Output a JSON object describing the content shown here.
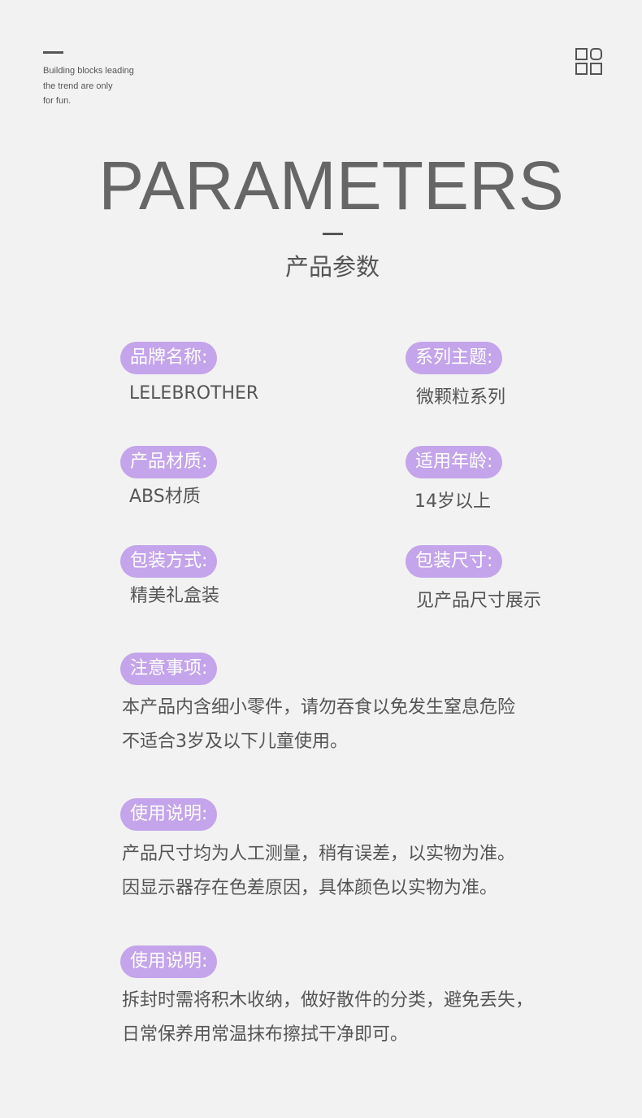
{
  "header": {
    "tagline": [
      "Building blocks leading",
      "the trend are only",
      "for fun."
    ],
    "icon": "grid-icon"
  },
  "hero": {
    "title": "PARAMETERS",
    "subtitle": "产品参数"
  },
  "params": {
    "brand": {
      "label": "品牌名称:",
      "value": "LELEBROTHER"
    },
    "series": {
      "label": "系列主题:",
      "value": "微颗粒系列"
    },
    "material": {
      "label": "产品材质:",
      "value": "ABS材质"
    },
    "age": {
      "label": "适用年龄:",
      "value": "14岁以上"
    },
    "packing": {
      "label": "包装方式:",
      "value": "精美礼盒装"
    },
    "size": {
      "label": "包装尺寸:",
      "value": "见产品尺寸展示"
    }
  },
  "notes": [
    {
      "label": "注意事项:",
      "lines": [
        "本产品内含细小零件，请勿吞食以免发生窒息危险",
        "不适合3岁及以下儿童使用。"
      ]
    },
    {
      "label": "使用说明:",
      "lines": [
        "产品尺寸均为人工测量，稍有误差，以实物为准。",
        "因显示器存在色差原因，具体颜色以实物为准。"
      ]
    },
    {
      "label": "使用说明:",
      "lines": [
        "拆封时需将积木收纳，做好散件的分类，避免丢失，",
        "日常保养用常温抹布擦拭干净即可。"
      ]
    }
  ],
  "colors": {
    "accent": "#c4a4ea",
    "text": "#555555",
    "background": "#f2f2f2"
  }
}
